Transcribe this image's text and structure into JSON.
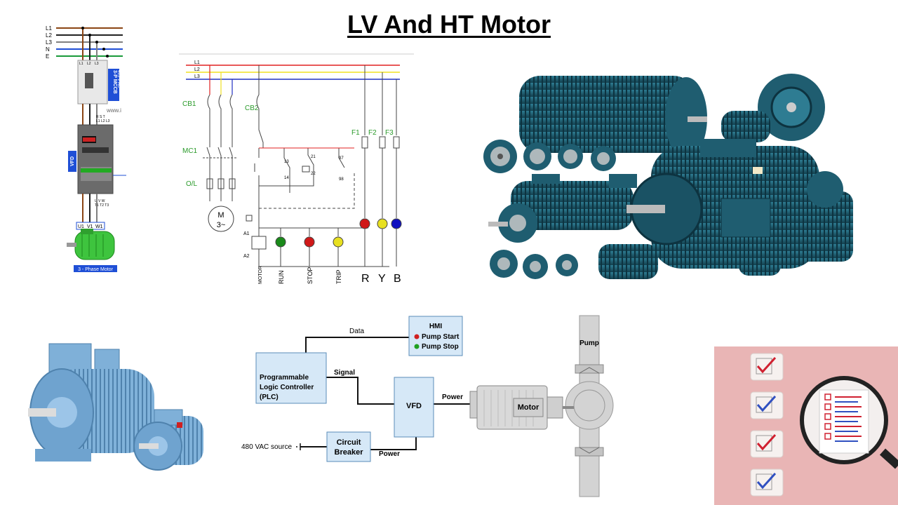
{
  "page": {
    "title": "LV And HT Motor"
  },
  "vfd_wiring": {
    "lines": [
      "L1",
      "L2",
      "L3",
      "N",
      "E"
    ],
    "mccb_terminals": [
      "L1",
      "L2",
      "L3"
    ],
    "mccb_label": "3-P MCCB",
    "mccb_voltage": "415 V AC",
    "watermark": "www.i",
    "vfd_label": "VFD",
    "vfd_input_terminals": "R  S  T",
    "vfd_input_terminals2": "L1 L2 L3",
    "vfd_output_terminals": "U  V  W",
    "vfd_output_terminals2": "T1 T2 T3",
    "motor_terminals": [
      "U1",
      "V1",
      "W1"
    ],
    "motor_label": "3 - Phase Motor",
    "colors": {
      "L1": "#8B4513",
      "L2": "#222222",
      "L3": "#808080",
      "N": "#1f4fd6",
      "E": "#1a9a3a",
      "badge": "#1f4fd6",
      "motor": "#3ec43e"
    }
  },
  "starter_circuit": {
    "phases": [
      "L1",
      "L2",
      "L3"
    ],
    "labels": {
      "cb1": "CB1",
      "cb2": "CB2",
      "mc1": "MC1",
      "ol": "O/L",
      "f1": "F1",
      "f2": "F2",
      "f3": "F3",
      "motor_m": "M",
      "motor_3": "3~",
      "a1": "A1",
      "a2": "A2",
      "t13": "13",
      "t14": "14",
      "t21": "21",
      "t22": "22",
      "t97": "97",
      "t98": "98"
    },
    "bottom_labels": [
      "MOTOR",
      "RUN",
      "STOP",
      "TRIP"
    ],
    "phase_letters": [
      "R",
      "Y",
      "B"
    ],
    "colors": {
      "L1": "#e02020",
      "L2": "#f0e020",
      "L3": "#2030c0",
      "label": "#2a9a2a",
      "run": "#1a8a1a",
      "stop": "#d01818",
      "trip": "#e8e020",
      "blue": "#1010c0"
    }
  },
  "control_diagram": {
    "hmi_title": "HMI",
    "hmi_items": [
      "Pump Start",
      "Pump Stop"
    ],
    "plc_label_lines": [
      "Programmable",
      "Logic Controller",
      "(PLC)"
    ],
    "vfd": "VFD",
    "breaker_lines": [
      "Circuit",
      "Breaker"
    ],
    "motor": "Motor",
    "pump": "Pump",
    "source": "480 VAC source",
    "data": "Data",
    "signal": "Signal",
    "power_top": "Power",
    "power_bottom": "Power",
    "colors": {
      "box_fill": "#d6e8f7",
      "box_stroke": "#5b8db8",
      "start": "#d02020",
      "stop": "#20a020",
      "motor": "#d9d9d9"
    }
  },
  "images": {
    "motor_cluster": "motor-cluster-icon",
    "blue_motors": "blue-motors-icon",
    "checklist": "checklist-magnifier-icon",
    "colors": {
      "teal": "#1f5d70",
      "light_blue": "#7fb0d8",
      "pink": "#e9b5b5",
      "check_red": "#d02030",
      "check_blue": "#3050c0"
    }
  }
}
